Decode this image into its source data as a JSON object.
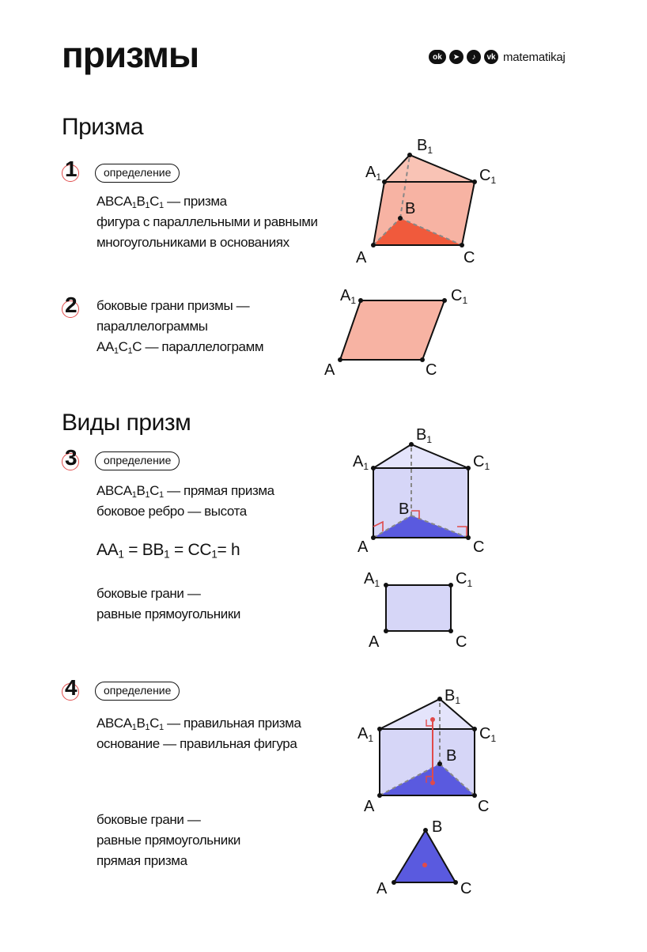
{
  "header": {
    "title": "призмы",
    "brand_name": "matematikaj",
    "social_icons": [
      "ok-icon",
      "telegram-icon",
      "tiktok-icon",
      "vk-icon"
    ]
  },
  "section1": {
    "heading": "Призма",
    "item1": {
      "number": "1",
      "badge": "определение",
      "line1": {
        "a": "ABCA",
        "s1": "1",
        "b": "B",
        "s2": "1",
        "c": "C",
        "s3": "1",
        "rest": " — призма"
      },
      "line2": "фигура с параллельными и равными",
      "line3": "многоугольниками в основаниях"
    },
    "item2": {
      "number": "2",
      "line1": "боковые грани призмы —",
      "line2": "параллелограммы",
      "line3": {
        "a": "AA",
        "s1": "1",
        "b": "C",
        "s2": "1",
        "rest": "C — параллелограмм"
      }
    }
  },
  "section2": {
    "heading": "Виды призм",
    "item3": {
      "number": "3",
      "badge": "определение",
      "line1": {
        "a": "ABCA",
        "s1": "1",
        "b": "B",
        "s2": "1",
        "c": "C",
        "s3": "1",
        "rest": " — прямая призма"
      },
      "line2": "боковое ребро — высота",
      "formula": {
        "a": "AA",
        "s1": "1",
        "b": " = BB",
        "s2": "1",
        "c": " = CC",
        "s3": "1",
        "rest": "= h"
      },
      "faces1": "боковые грани —",
      "faces2": "равные прямоугольники"
    },
    "item4": {
      "number": "4",
      "badge": "определение",
      "line1": {
        "a": "ABCA",
        "s1": "1",
        "b": "B",
        "s2": "1",
        "c": "C",
        "s3": "1",
        "rest": " — правильная призма"
      },
      "line2": "основание — правильная фигура",
      "faces1": "боковые грани —",
      "faces2": "равные прямоугольники",
      "faces3": "прямая призма"
    }
  },
  "labels": {
    "A": "A",
    "B": "B",
    "C": "C",
    "one": "1"
  },
  "colors": {
    "salmon": "#f7b3a3",
    "red_base": "#f05a3c",
    "lavender": "#d6d6f7",
    "blue_base": "#5a5adf",
    "marker": "#e04a4a",
    "ink": "#111111"
  }
}
